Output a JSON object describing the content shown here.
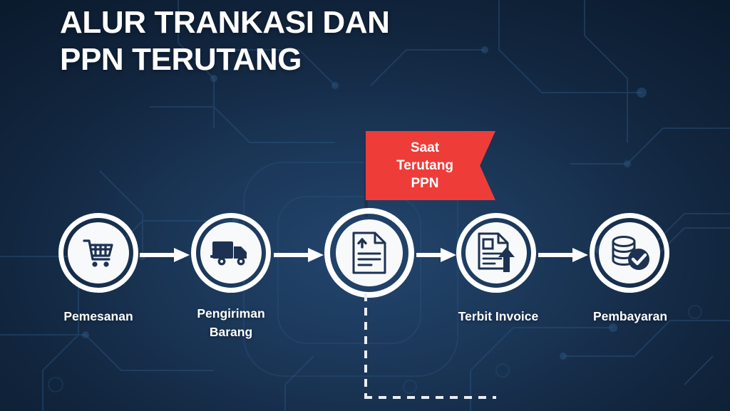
{
  "header": {
    "title_line1": "ALUR TRANKASI DAN",
    "title_line2": "PPN TERUTANG"
  },
  "colors": {
    "background_dark": "#0b1b2e",
    "background_center": "#23456e",
    "accent_red": "#ee3d39",
    "node_fill": "#f7f9fb",
    "icon_navy": "#1d3252",
    "text_white": "#ffffff"
  },
  "flag": {
    "text": "Saat\nTerutang\nPPN",
    "line1": "Saat",
    "line2": "Terutang",
    "line3": "PPN",
    "color": "#ee3d39",
    "attached_to_step": 3
  },
  "flow": {
    "steps": [
      {
        "index": 1,
        "label": "Pemesanan",
        "icon": "shopping-cart-icon",
        "highlighted": false
      },
      {
        "index": 2,
        "label": "Pengiriman\nBarang",
        "icon": "delivery-truck-icon",
        "highlighted": false
      },
      {
        "index": 3,
        "label": "",
        "icon": "document-upload-icon",
        "highlighted": true
      },
      {
        "index": 4,
        "label": "Terbit Invoice",
        "icon": "invoice-arrow-icon",
        "highlighted": false
      },
      {
        "index": 5,
        "label": "Pembayaran",
        "icon": "coins-check-icon",
        "highlighted": false
      }
    ],
    "arrow_icon": "arrow-right-icon",
    "connector": "dashed-line"
  }
}
